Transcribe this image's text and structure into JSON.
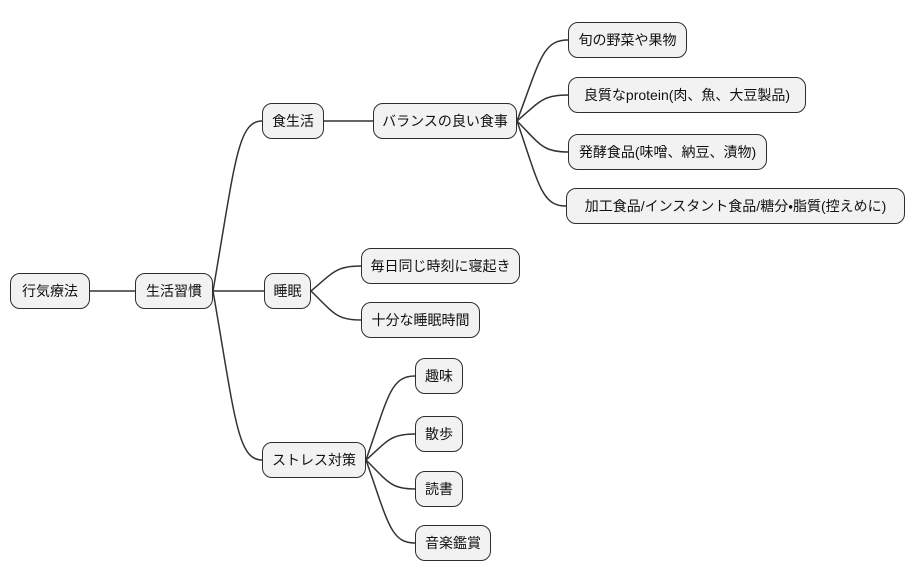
{
  "diagram": {
    "type": "mindmap",
    "direction": "left-to-right",
    "levels": 5,
    "node_count": 16
  },
  "colors": {
    "background": "#ffffff",
    "node_fill": "#f2f2f2",
    "node_border": "#2e2e2e",
    "edge": "#333333",
    "text": "#111111"
  },
  "tree": {
    "label": "行気療法",
    "children": [
      {
        "label": "生活習慣",
        "children": [
          {
            "label": "食生活",
            "children": [
              {
                "label": "バランスの良い食事",
                "children": [
                  {
                    "label": "旬の野菜や果物"
                  },
                  {
                    "label": "良質なprotein(肉、魚、大豆製品)"
                  },
                  {
                    "label": "発酵食品(味噌、納豆、漬物)"
                  },
                  {
                    "label": "加工食品/インスタント食品/糖分・脂質(控えめに)"
                  }
                ]
              }
            ]
          },
          {
            "label": "睡眠",
            "children": [
              {
                "label": "毎日同じ時刻に寝起き"
              },
              {
                "label": "十分な睡眠時間"
              }
            ]
          },
          {
            "label": "ストレス対策",
            "children": [
              {
                "label": "趣味"
              },
              {
                "label": "散歩"
              },
              {
                "label": "読書"
              },
              {
                "label": "音楽鑑賞"
              }
            ]
          }
        ]
      }
    ]
  }
}
